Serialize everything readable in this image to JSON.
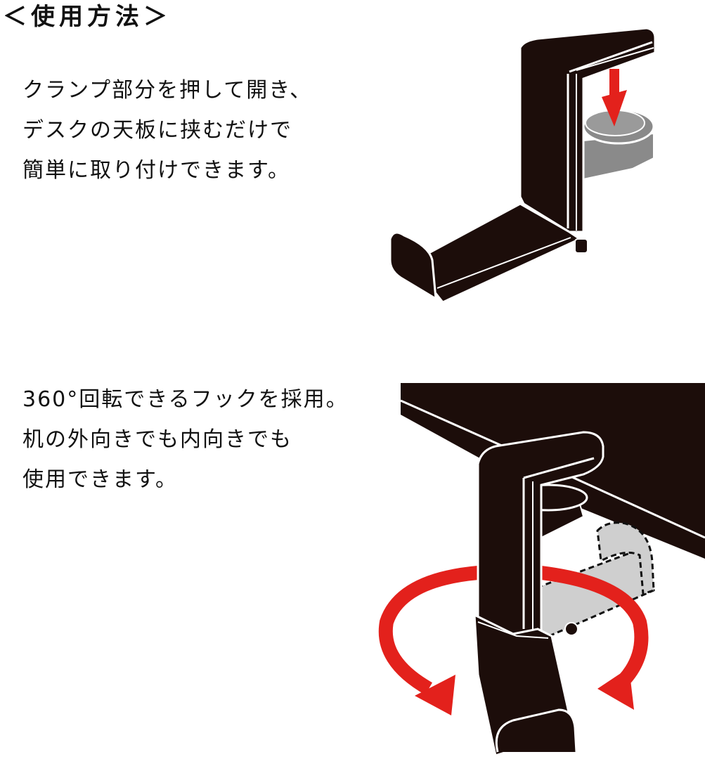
{
  "heading": {
    "text": "＜使用方法＞"
  },
  "section1": {
    "lines": [
      "クランプ部分を押して開き、",
      "デスクの天板に挟むだけで",
      "簡単に取り付けできます。"
    ],
    "illustration": "clamp-press-illustration"
  },
  "section2": {
    "lines": [
      "360°回転できるフックを採用。",
      "机の外向きでも内向きでも",
      "使用できます。"
    ],
    "illustration": "hook-rotation-illustration"
  },
  "colors": {
    "product": "#1c0d0a",
    "outline": "#ffffff",
    "accent_red": "#e3211c",
    "clamp_gray": "#8a8a8a",
    "ghost_gray": "#cfcfcf",
    "text": "#111111",
    "background": "#ffffff"
  }
}
